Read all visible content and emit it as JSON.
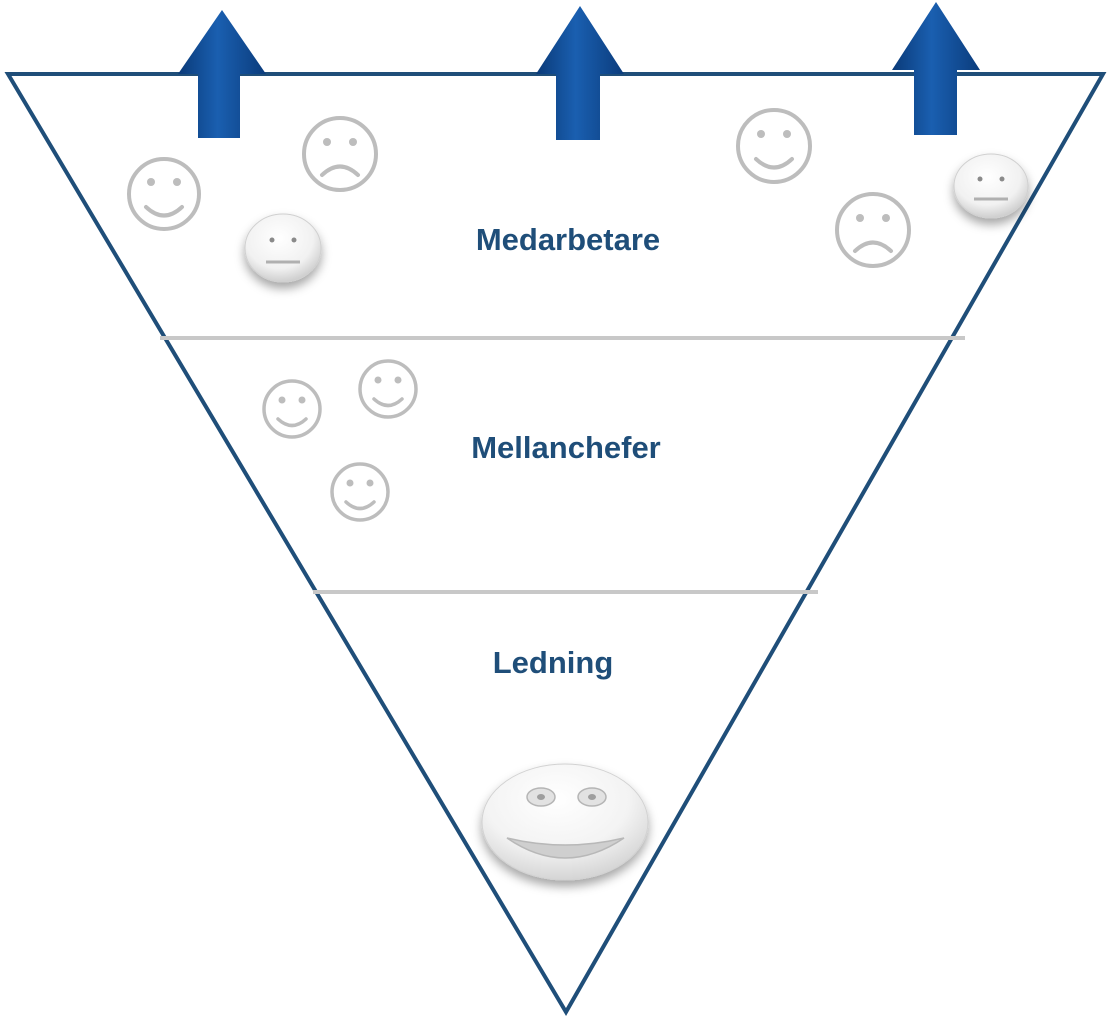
{
  "diagram": {
    "tiers": [
      {
        "label": "Medarbetare"
      },
      {
        "label": "Mellanchefer"
      },
      {
        "label": "Ledning"
      }
    ],
    "arrows": [
      {
        "icon": "up-arrow-icon"
      },
      {
        "icon": "up-arrow-icon"
      },
      {
        "icon": "up-arrow-icon"
      }
    ],
    "faces": {
      "medarbetare": [
        "smiley-icon",
        "sad-face-icon",
        "neutral-face-icon",
        "smiley-icon",
        "sad-face-icon",
        "neutral-face-icon"
      ],
      "mellanchefer": [
        "smiley-icon",
        "smiley-icon",
        "smiley-icon"
      ],
      "ledning": [
        "big-smiley-icon"
      ]
    },
    "colors": {
      "outline": "#1f4e79",
      "label": "#1f4e79",
      "arrow": "#0e4a92",
      "outline_face": "#bdbdbd",
      "divider": "#c8c8c8"
    }
  }
}
